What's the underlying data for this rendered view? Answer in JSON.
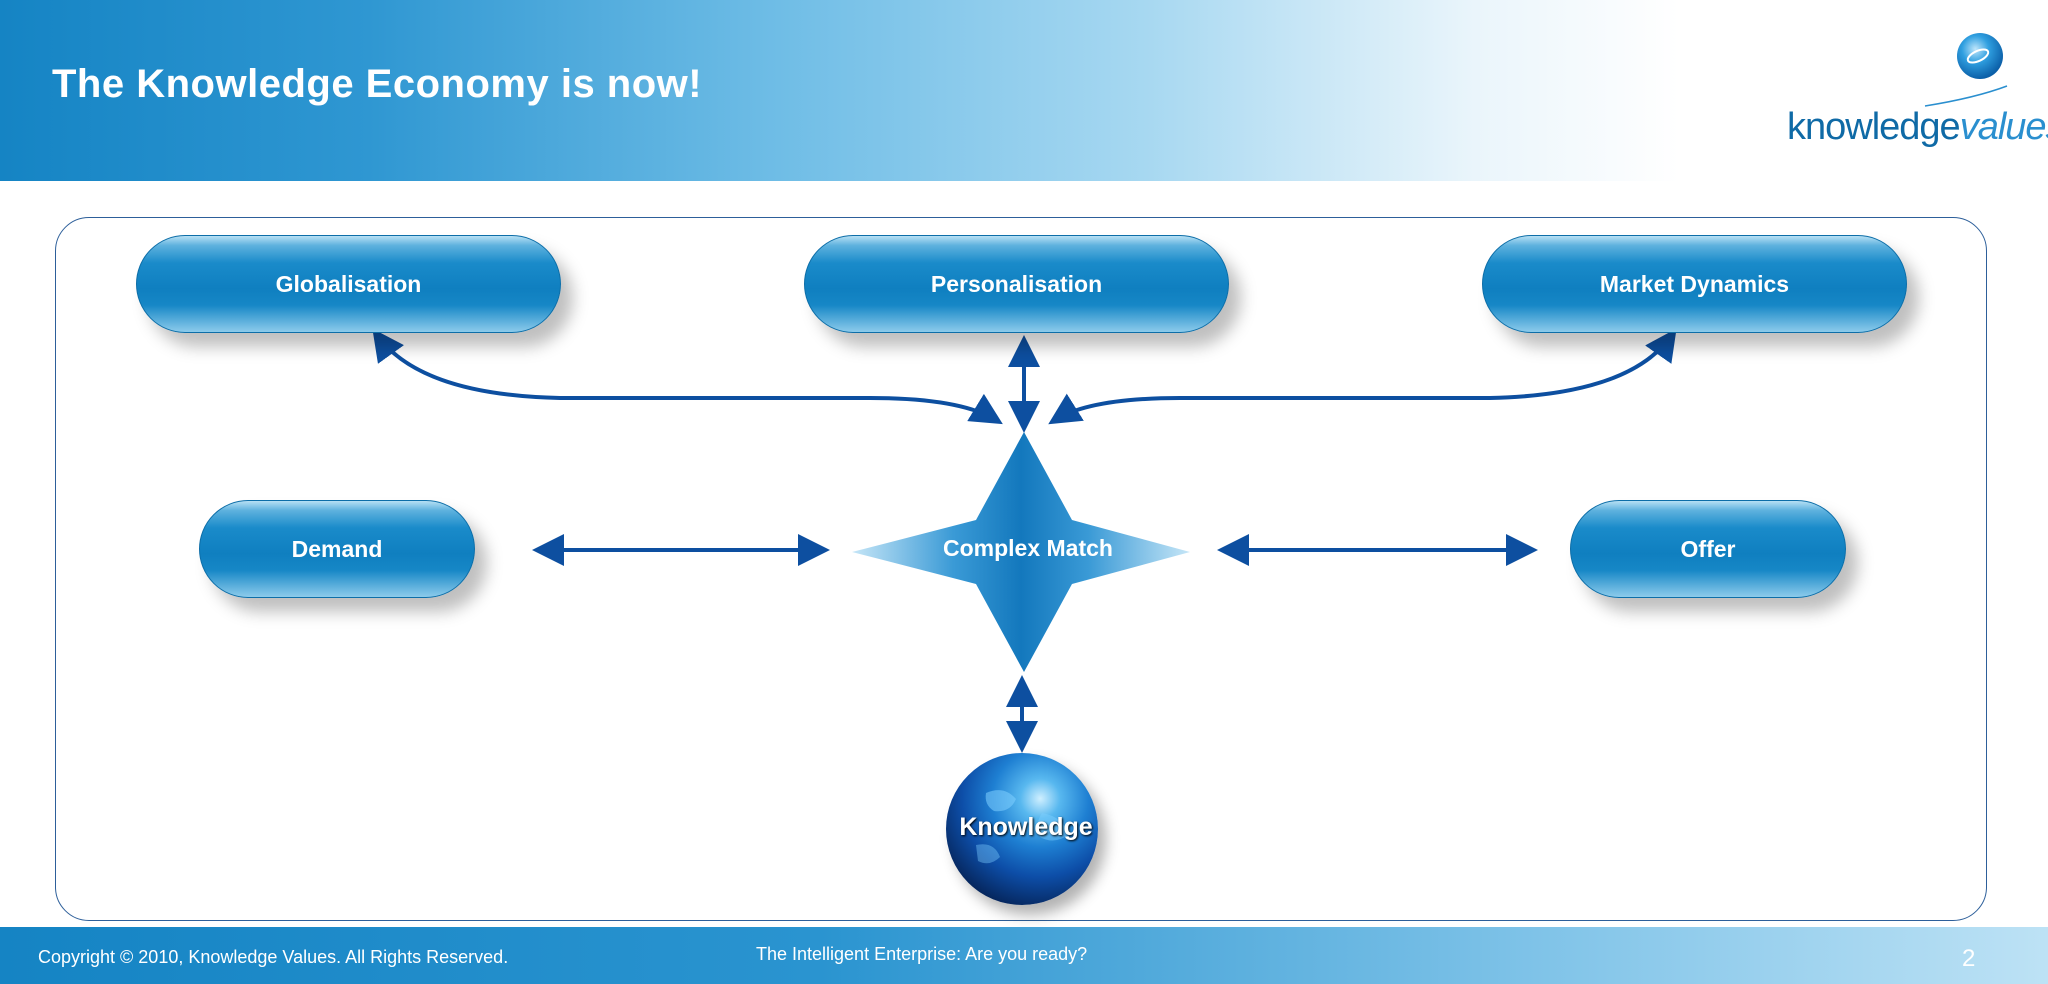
{
  "header": {
    "title": "The Knowledge Economy is now!"
  },
  "logo": {
    "text_main": "knowledge",
    "text_accent": "values"
  },
  "nodes": {
    "globalisation": "Globalisation",
    "personalisation": "Personalisation",
    "market_dynamics": "Market Dynamics",
    "demand": "Demand",
    "offer": "Offer",
    "complex_match": "Complex Match",
    "knowledge": "Knowledge"
  },
  "footer": {
    "copyright": "Copyright © 2010, Knowledge Values. All Rights Reserved.",
    "tagline": "The Intelligent Enterprise: Are you ready?",
    "page_number": "2"
  },
  "colors": {
    "primary_blue": "#1584c4",
    "arrow_blue": "#0d4fa0",
    "frame_border": "#2d5f9a"
  }
}
